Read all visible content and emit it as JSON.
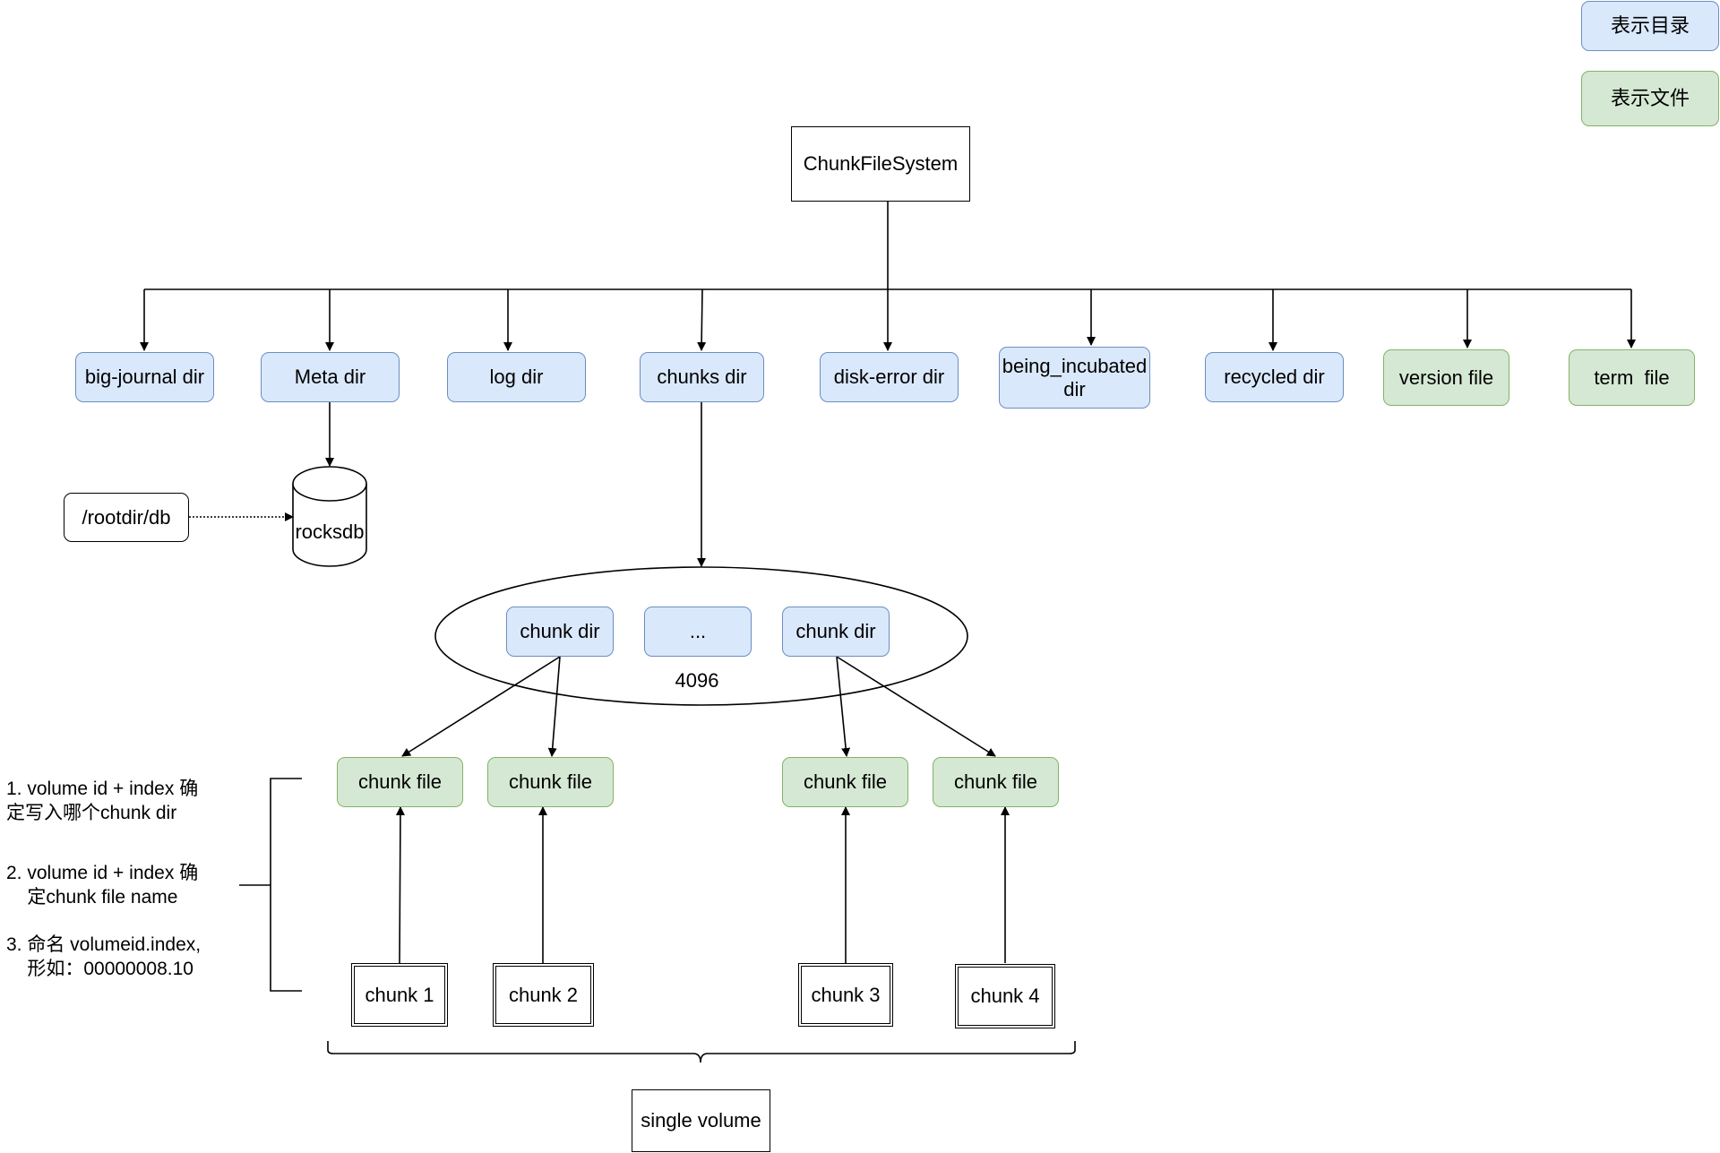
{
  "legend": {
    "dir_label": "表示目录",
    "file_label": "表示文件"
  },
  "root": "ChunkFileSystem",
  "children": [
    {
      "label": "big-journal dir",
      "kind": "dir"
    },
    {
      "label": "Meta dir",
      "kind": "dir"
    },
    {
      "label": "log dir",
      "kind": "dir"
    },
    {
      "label": "chunks dir",
      "kind": "dir"
    },
    {
      "label": "disk-error dir",
      "kind": "dir"
    },
    {
      "label": "being_incubated dir",
      "kind": "dir"
    },
    {
      "label": "recycled dir",
      "kind": "dir"
    },
    {
      "label": "version file",
      "kind": "file"
    },
    {
      "label": "term  file",
      "kind": "file"
    }
  ],
  "rocksdb": {
    "label": "rocksdb",
    "path": "/rootdir/db"
  },
  "chunk_dirs": {
    "left": "chunk dir",
    "middle": "...",
    "right": "chunk dir",
    "count": "4096"
  },
  "chunk_files": [
    "chunk file",
    "chunk file",
    "chunk file",
    "chunk file"
  ],
  "chunks": [
    "chunk 1",
    "chunk 2",
    "chunk 3",
    "chunk 4"
  ],
  "volume_label": "single volume",
  "notes": [
    "1. volume id + index 确\n定写入哪个chunk dir",
    "2. volume id + index 确\n    定chunk file name",
    "3. 命名 volumeid.index,\n    形如：00000008.10"
  ]
}
